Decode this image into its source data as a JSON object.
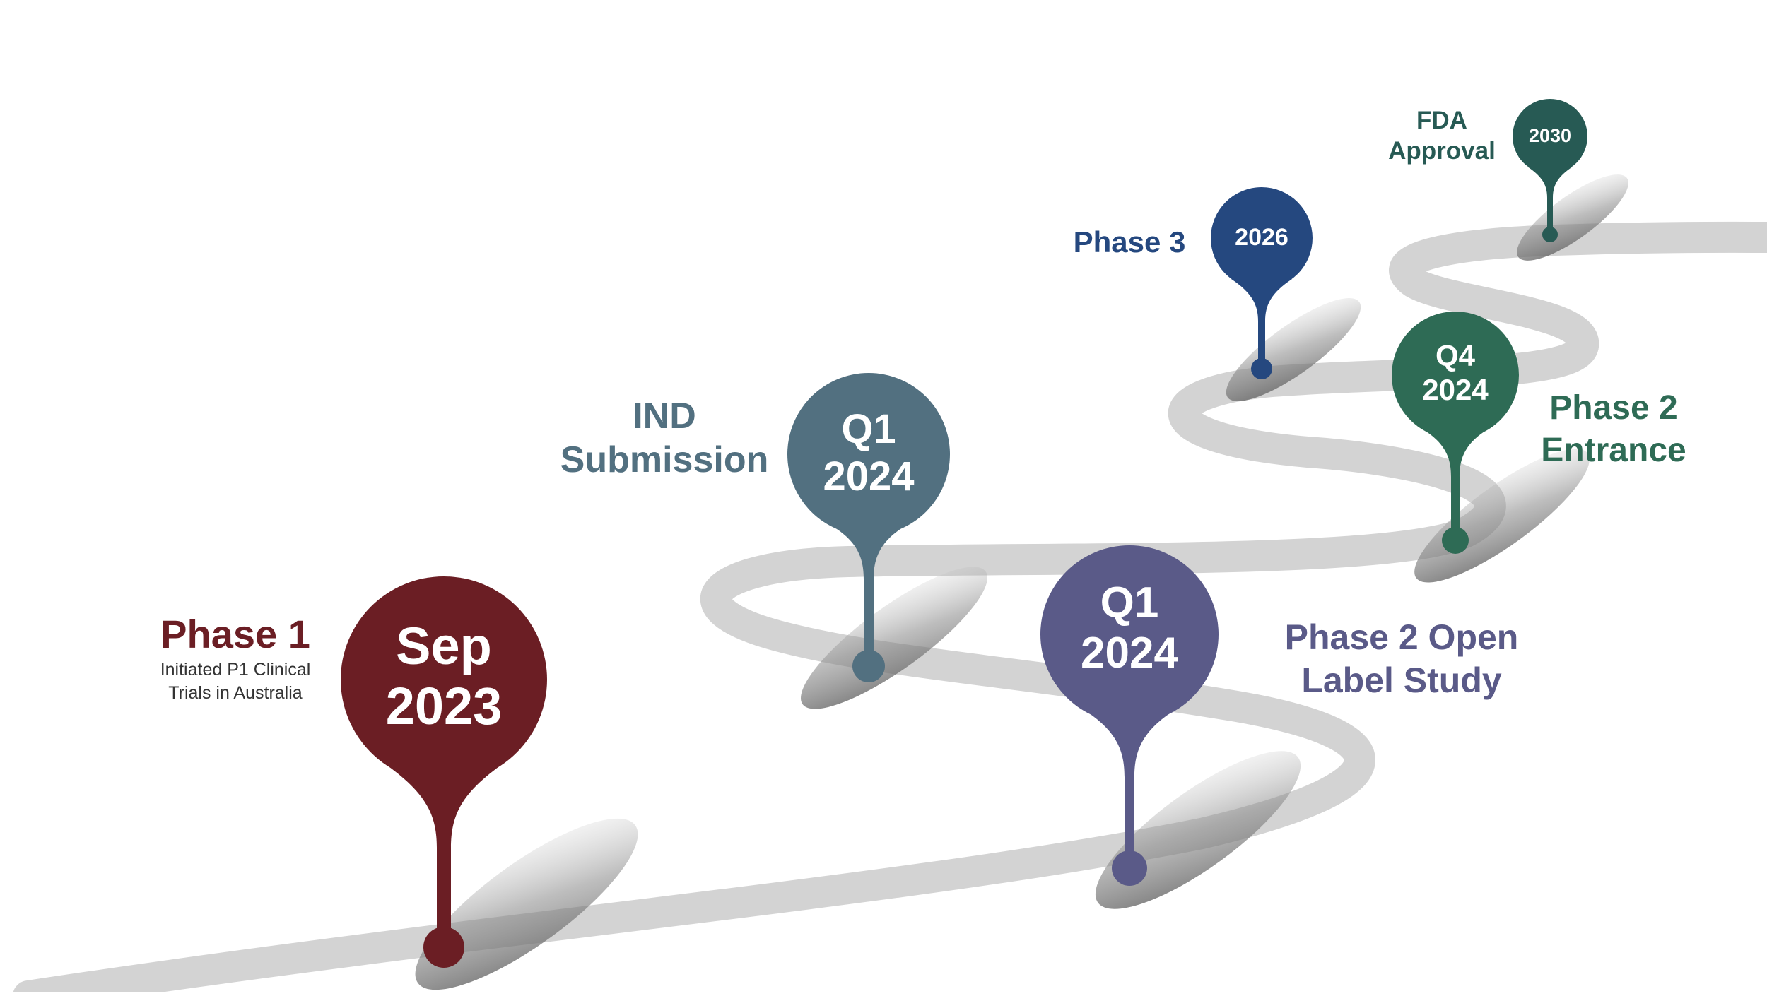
{
  "colors": {
    "path": "#d3d3d3",
    "phase1": "#6b1e24",
    "ind": "#527080",
    "phase2_open": "#5a5a88",
    "phase2_entrance": "#2e6b55",
    "phase3": "#25487f",
    "fda": "#275a54"
  },
  "milestones": {
    "phase1": {
      "title": "Phase 1",
      "subtitle_line1": "Initiated P1 Clinical",
      "subtitle_line2": "Trials in Australia",
      "date_line1": "Sep",
      "date_line2": "2023"
    },
    "ind": {
      "title_line1": "IND",
      "title_line2": "Submission",
      "date_line1": "Q1",
      "date_line2": "2024"
    },
    "phase2_open": {
      "title_line1": "Phase 2 Open",
      "title_line2": "Label Study",
      "date_line1": "Q1",
      "date_line2": "2024"
    },
    "phase2_entrance": {
      "title_line1": "Phase 2",
      "title_line2": "Entrance",
      "date_line1": "Q4",
      "date_line2": "2024"
    },
    "phase3": {
      "title": "Phase 3",
      "date": "2026"
    },
    "fda": {
      "title_line1": "FDA",
      "title_line2": "Approval",
      "date": "2030"
    }
  }
}
